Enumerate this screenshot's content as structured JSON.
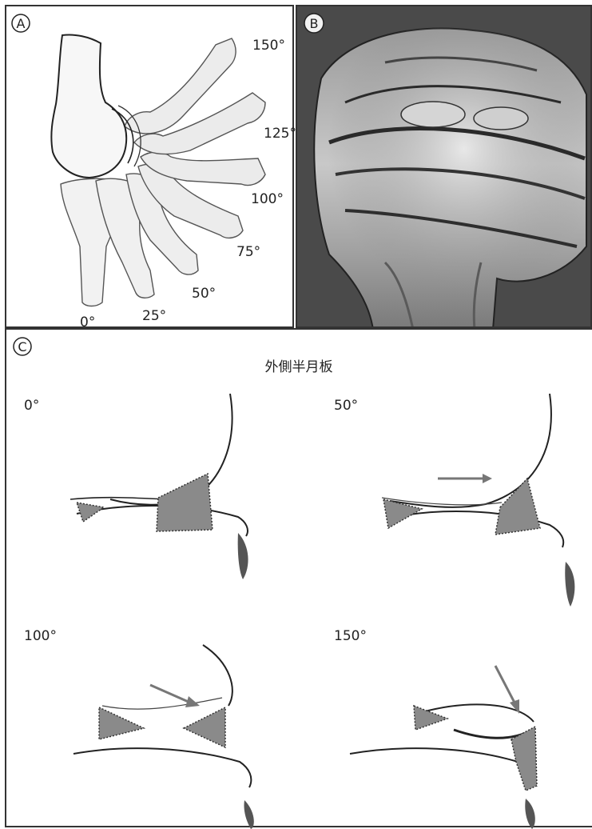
{
  "panel_a": {
    "label": "A",
    "angles": [
      "150°",
      "125°",
      "100°",
      "75°",
      "50°",
      "25°",
      "0°"
    ]
  },
  "panel_b": {
    "label": "B"
  },
  "panel_c": {
    "label": "C",
    "title": "外側半月板",
    "sub_angles": [
      "0°",
      "50°",
      "100°",
      "150°"
    ]
  },
  "colors": {
    "outline": "#222222",
    "meniscus_fill": "#8a8a8a",
    "arrow": "#777777",
    "bone_fill": "#eeeeee"
  }
}
